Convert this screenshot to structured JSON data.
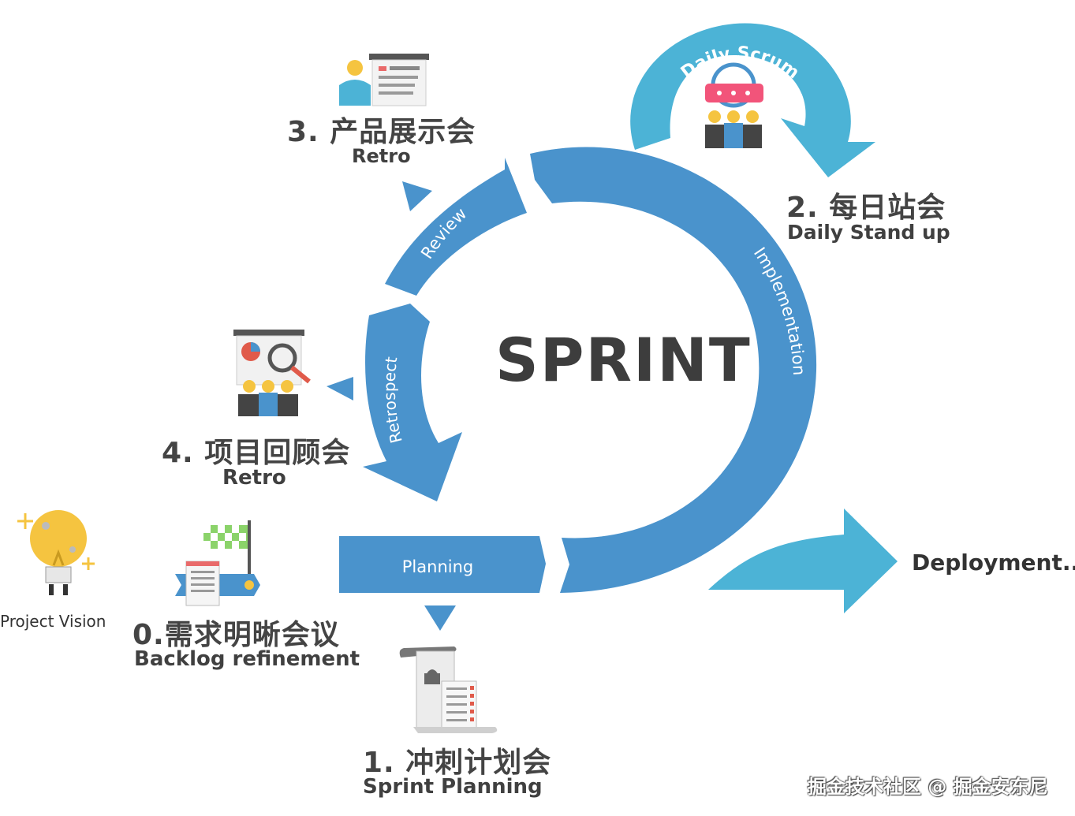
{
  "center_label": "SPRINT",
  "arc_labels": {
    "daily_scrum": "Daily Scrum",
    "review": "Review",
    "implementation": "Implementation",
    "retrospect": "Retrospect",
    "planning": "Planning"
  },
  "stages": {
    "review": {
      "title": "3. 产品展示会",
      "subtitle": "Retro"
    },
    "daily": {
      "title": "2. 每日站会",
      "subtitle": "Daily Stand up"
    },
    "retro": {
      "title": "4. 项目回顾会",
      "subtitle": "Retro"
    },
    "backlog": {
      "title": "0.需求明晰会议",
      "subtitle": "Backlog refinement"
    },
    "planning": {
      "title": "1. 冲刺计划会",
      "subtitle": "Sprint Planning"
    }
  },
  "project_vision": "Project Vision",
  "deployment": "Deployment...",
  "watermark": "掘金技术社区 @ 掘金安东尼",
  "icons": [
    "presentation-icon",
    "standup-meeting-icon",
    "analysis-board-icon",
    "lightbulb-icon",
    "finish-flag-icon",
    "scroll-icon"
  ],
  "colors": {
    "blue": "#4a93cc",
    "light_blue": "#4cb3d6",
    "text": "#444444",
    "yellow": "#f5c440"
  }
}
